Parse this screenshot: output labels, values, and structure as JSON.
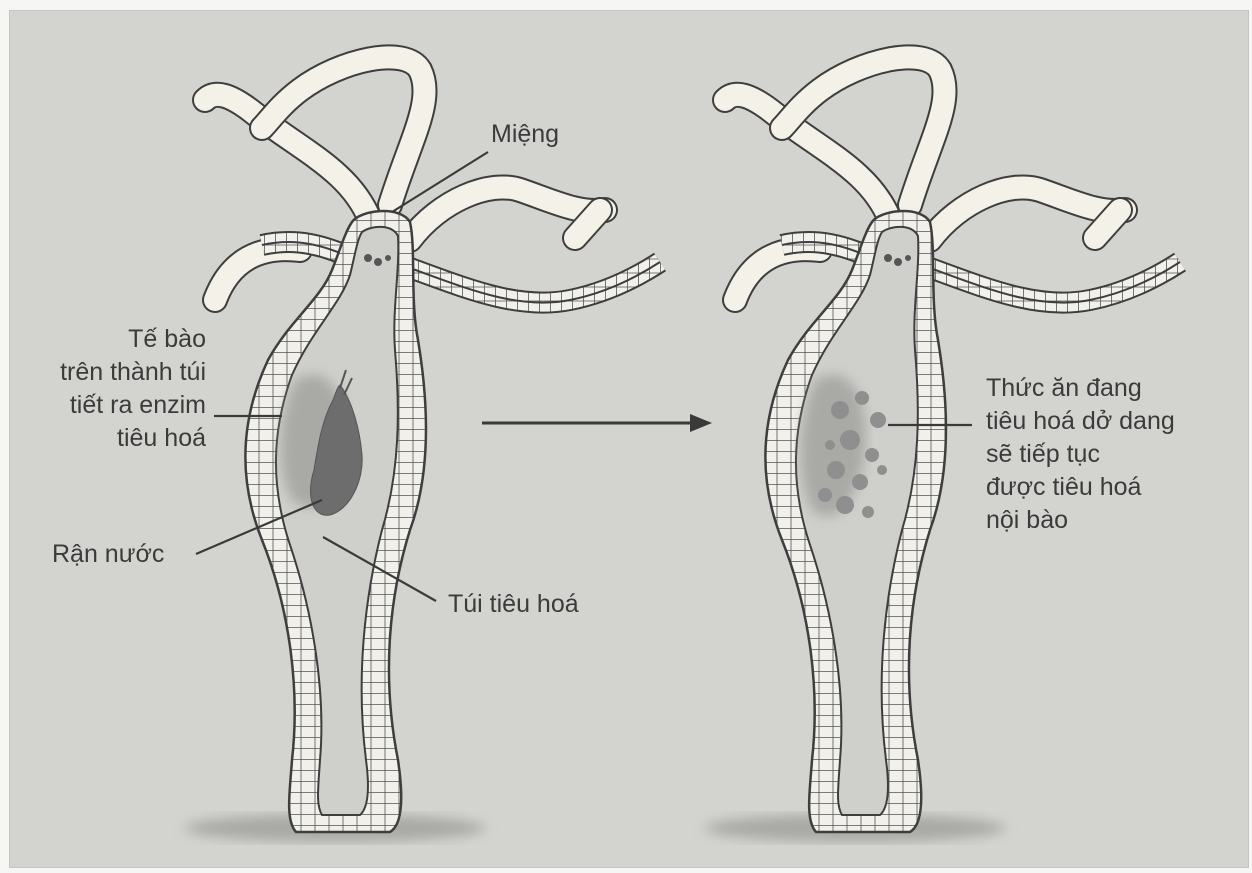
{
  "labels": {
    "mouth": "Miệng",
    "wall_cells": [
      "Tế bào",
      "trên thành túi",
      "tiết ra enzim",
      "tiêu hoá"
    ],
    "water_flea": "Rận nước",
    "digestive_sac": "Túi tiêu hoá",
    "partial_food": [
      "Thức ăn đang",
      "tiêu hoá dở dang",
      "sẽ tiếp tục",
      "được tiêu hoá",
      "nội bào"
    ]
  },
  "colors": {
    "background": "#d3d3cf",
    "outline": "#3e3e3e",
    "tentacle_fill": "#f3f1e8",
    "food_dark": "#6d6d6d",
    "food_light": "#8f8f8f"
  }
}
